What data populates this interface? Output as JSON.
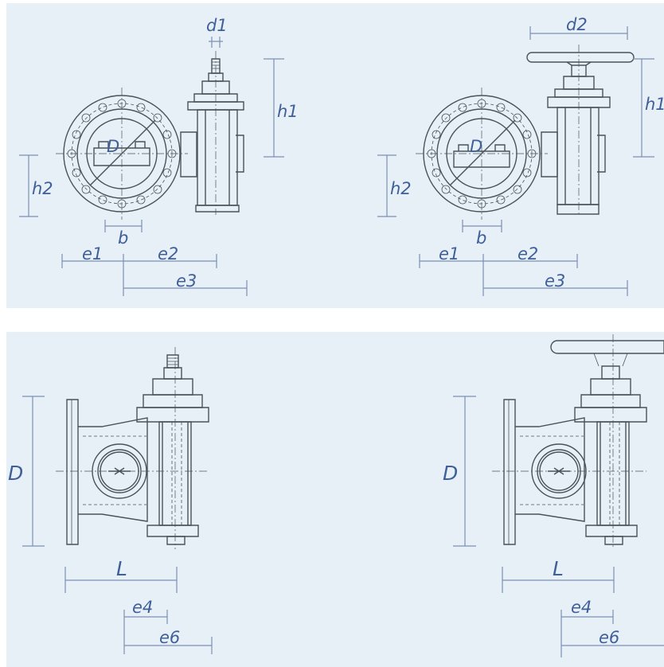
{
  "colors": {
    "panel_background": "#e8f0f7",
    "drawing_line": "#4a525a",
    "dimension_line": "#7c8fb5",
    "dimension_text": "#3f5f9a"
  },
  "views": {
    "front_actuator_stem": {
      "labels": {
        "d1": "d1",
        "h1": "h1",
        "h2": "h2",
        "D": "D",
        "b": "b",
        "e1": "e1",
        "e2": "e2",
        "e3": "e3"
      }
    },
    "front_handwheel": {
      "labels": {
        "d2": "d2",
        "h1": "h1",
        "h2": "h2",
        "D": "D",
        "b": "b",
        "e1": "e1",
        "e2": "e2",
        "e3": "e3"
      }
    },
    "side_actuator_stem": {
      "labels": {
        "D": "D",
        "L": "L",
        "e4": "e4",
        "e6": "e6"
      }
    },
    "side_handwheel": {
      "labels": {
        "D": "D",
        "L": "L",
        "e4": "e4",
        "e6": "e6"
      }
    }
  }
}
